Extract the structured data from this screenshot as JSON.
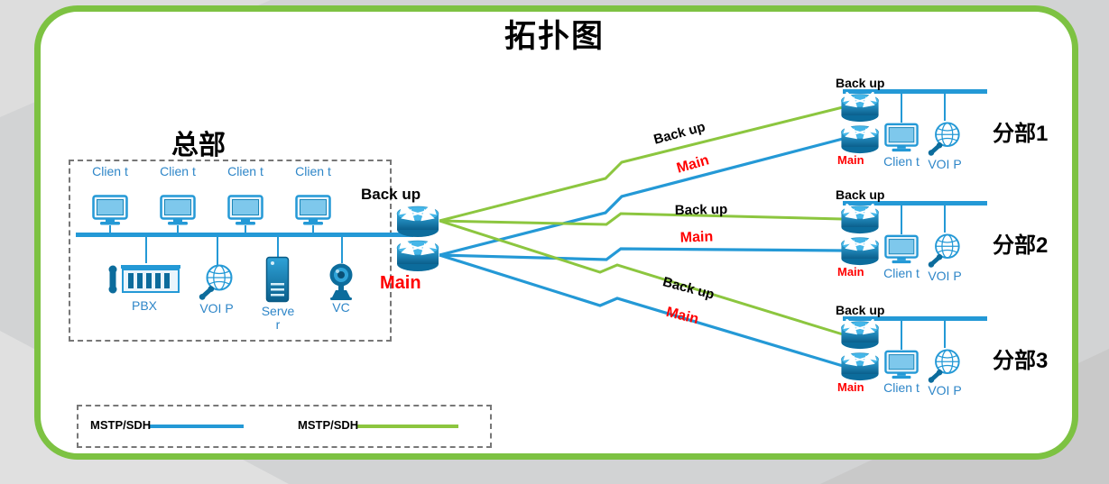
{
  "title": "拓扑图",
  "colors": {
    "line_blue": "#2499D6",
    "line_green": "#8CC63F",
    "accent_red": "#FF0000",
    "border_green": "#7DC242",
    "label_blue": "#2E86C8"
  },
  "hq": {
    "label": "总部",
    "client_labels": [
      "Clien t",
      "Clien t",
      "Clien t",
      "Clien t"
    ],
    "pbx_label": "PBX",
    "voip_label": "VOI P",
    "server_label": "Serve r",
    "vc_label": "VC",
    "backup_router_label": "Back up",
    "main_router_label": "Main"
  },
  "links": [
    {
      "id": "branch1-backup",
      "type": "backup",
      "label": "Back up"
    },
    {
      "id": "branch1-main",
      "type": "main",
      "label": "Main"
    },
    {
      "id": "branch2-backup",
      "type": "backup",
      "label": "Back up"
    },
    {
      "id": "branch2-main",
      "type": "main",
      "label": "Main"
    },
    {
      "id": "branch3-backup",
      "type": "backup",
      "label": "Back up"
    },
    {
      "id": "branch3-main",
      "type": "main",
      "label": "Main"
    }
  ],
  "branches": [
    {
      "name": "分部1",
      "backup_label": "Back up",
      "main_label": "Main",
      "client_label": "Clien t",
      "voip_label": "VOI P"
    },
    {
      "name": "分部2",
      "backup_label": "Back up",
      "main_label": "Main",
      "client_label": "Clien t",
      "voip_label": "VOI P"
    },
    {
      "name": "分部3",
      "backup_label": "Back up",
      "main_label": "Main",
      "client_label": "Clien t",
      "voip_label": "VOI P"
    }
  ],
  "legend": {
    "items": [
      {
        "label": "MSTP/SDH",
        "line_color": "#2499D6"
      },
      {
        "label": "MSTP/SDH",
        "line_color": "#8CC63F"
      }
    ]
  }
}
